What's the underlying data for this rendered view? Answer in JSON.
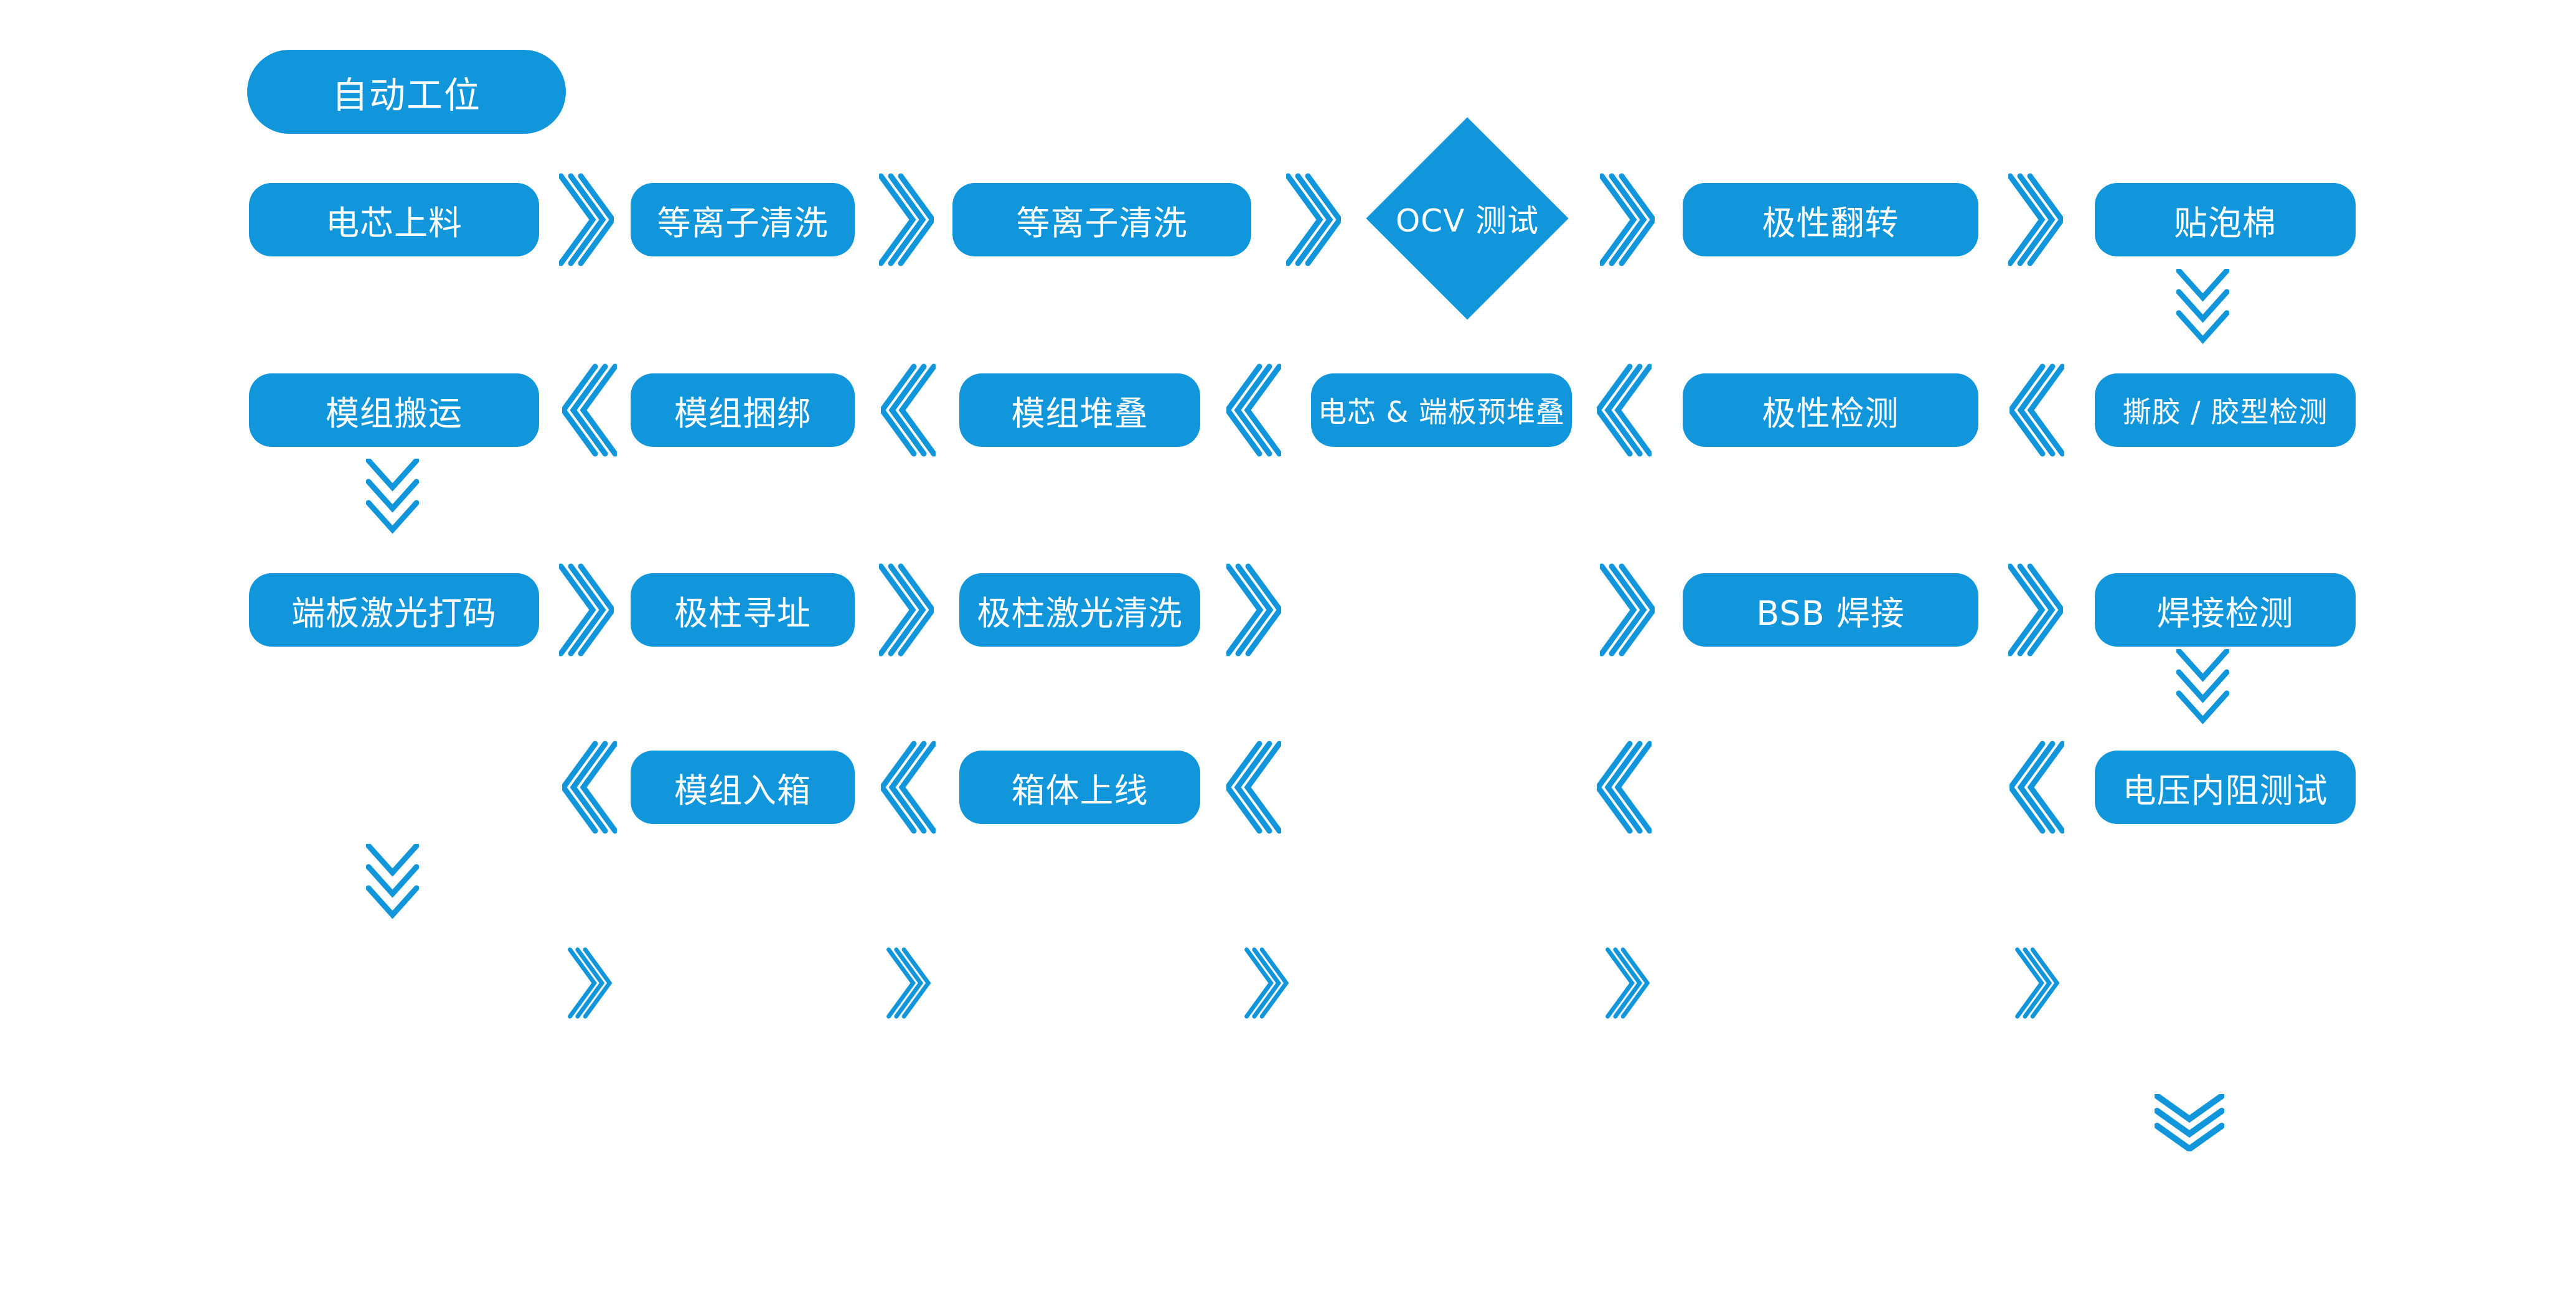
{
  "palette": {
    "primary": "#1296db",
    "on_primary": "#ffffff",
    "background": "#ffffff"
  },
  "legend": {
    "label": "自动工位"
  },
  "flow": {
    "row1": {
      "direction": "left-to-right",
      "steps": [
        "电芯上料",
        "等离子清洗",
        "等离子清洗",
        "OCV 测试",
        "极性翻转",
        "贴泡棉"
      ]
    },
    "row2": {
      "direction": "right-to-left",
      "steps": [
        "模组搬运",
        "模组捆绑",
        "模组堆叠",
        "电芯 & 端板预堆叠",
        "极性检测",
        "撕胶 / 胶型检测"
      ]
    },
    "row3": {
      "direction": "left-to-right",
      "steps": [
        "端板激光打码",
        "极柱寻址",
        "极柱激光清洗",
        "BSB 焊接",
        "焊接检测"
      ]
    },
    "row4": {
      "direction": "right-to-left",
      "steps": [
        "模组入箱",
        "箱体上线",
        "电压内阻测试"
      ]
    }
  },
  "icons": {
    "flow_right": "triple chevrons pointing right",
    "flow_left": "triple chevrons pointing left",
    "flow_down": "triple chevrons pointing down"
  }
}
